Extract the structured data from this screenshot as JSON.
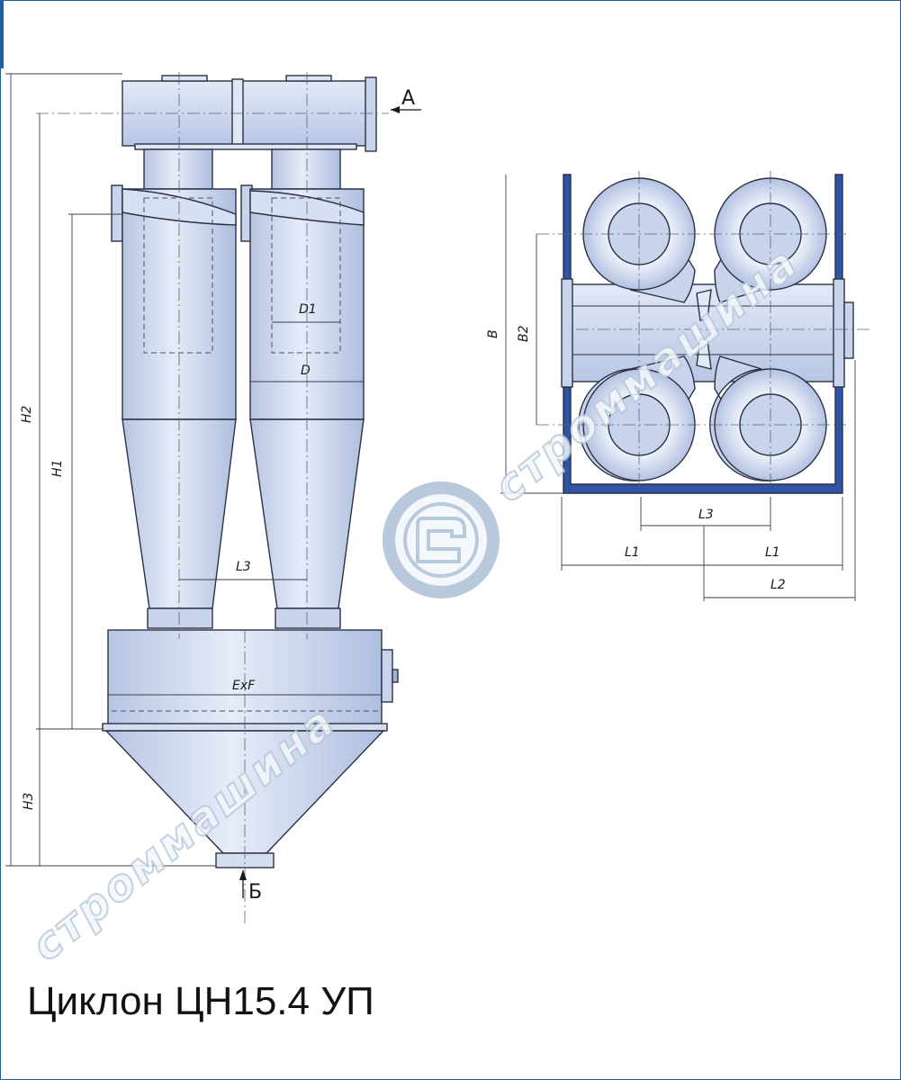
{
  "title": "Циклон ЦН15.4 УП",
  "view_labels": {
    "a": "А",
    "b": "Б"
  },
  "dimensions": {
    "H2": "H2",
    "H1": "H1",
    "H3": "H3",
    "D1": "D1",
    "D": "D",
    "L3_front": "L3",
    "ExF": "ExF",
    "B": "B",
    "B2": "B2",
    "L3_top": "L3",
    "L1_left": "L1",
    "L1_right": "L1",
    "L2": "L2"
  },
  "watermark": "строммашина",
  "colors": {
    "body_fill": "#c8d4ec",
    "body_light": "#e2e9f6",
    "outline": "#2a3244",
    "frame": "#1f5fa8",
    "watermark_stroke": "#b9c9dc"
  }
}
